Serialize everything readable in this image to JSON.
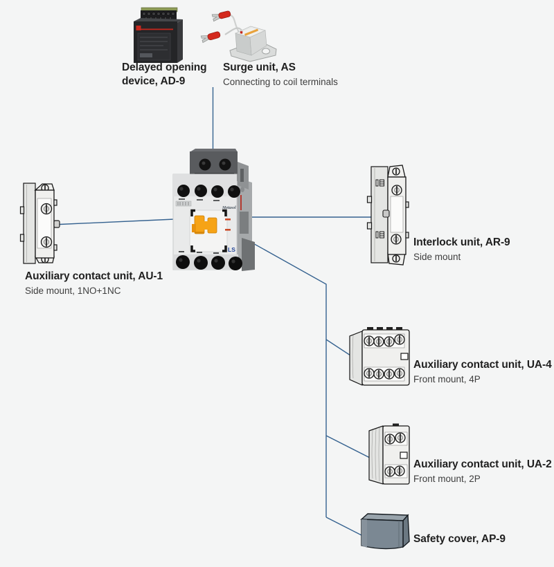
{
  "colors": {
    "background": "#f4f5f5",
    "connector": "#34618f",
    "title_text": "#1f1f1f",
    "subtitle_text": "#3d3d3d",
    "contactor_orange": "#f6a316",
    "terminal_red": "#d42a1e",
    "ad9_body": "#242527",
    "safety_cover_front": "#7b8893"
  },
  "products": {
    "ad9": {
      "title_line1": "Delayed opening",
      "title_line2": "device, AD-9",
      "image_alt": "delayed opening device photo"
    },
    "surge": {
      "title": "Surge unit, AS",
      "subtitle": "Connecting to coil terminals",
      "image_alt": "surge unit with two red coil terminals"
    },
    "au1": {
      "title": "Auxiliary contact unit, AU-1",
      "subtitle": "Side mount, 1NO+1NC",
      "image_alt": "side mount auxiliary contact drawing"
    },
    "ar9": {
      "title": "Interlock unit, AR-9",
      "subtitle": "Side mount",
      "image_alt": "side mount interlock unit drawing"
    },
    "ua4": {
      "title": "Auxiliary contact unit, UA-4",
      "subtitle": "Front mount, 4P",
      "image_alt": "front mount 4-pole auxiliary contact drawing"
    },
    "ua2": {
      "title": "Auxiliary contact unit, UA-2",
      "subtitle": "Front mount, 2P",
      "image_alt": "front mount 2-pole auxiliary contact drawing"
    },
    "ap9": {
      "title": "Safety cover, AP-9",
      "image_alt": "gray safety cover box"
    }
  },
  "contactor": {
    "brand": "Metasol",
    "logo": "LS",
    "image_alt": "Metasol magnetic contactor photo"
  }
}
